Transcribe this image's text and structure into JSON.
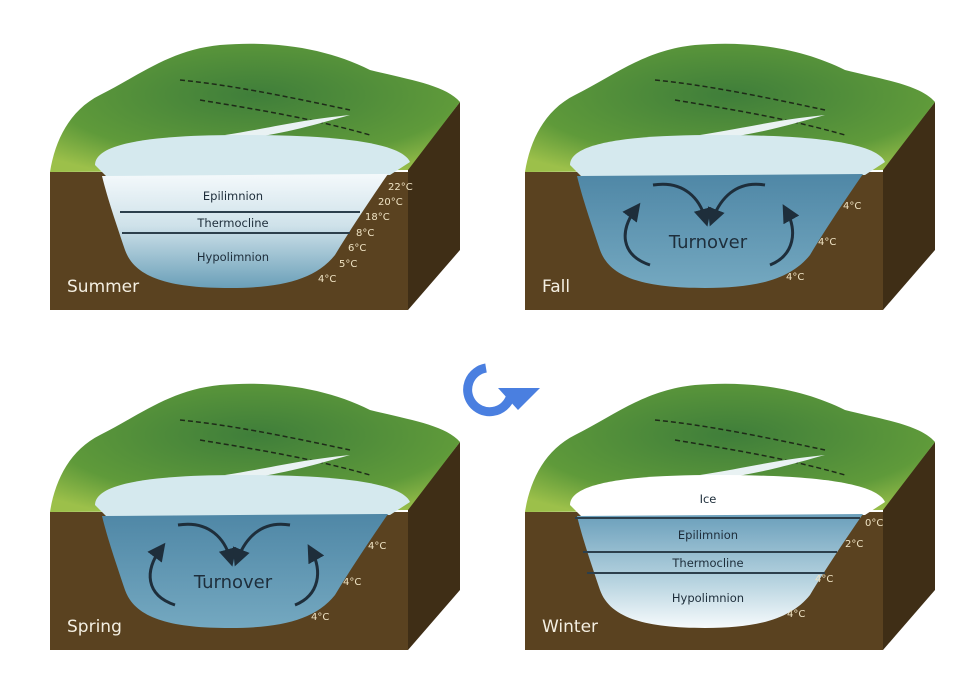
{
  "colors": {
    "hill": "#5f9a3a",
    "hill_light": "#9cc04a",
    "soil": "#5a4220",
    "soil_side": "#3f2e16",
    "water_top": "#d5e9ee",
    "water_deep": "#5d94b0",
    "ice": "#ffffff",
    "cycle_icon": "#4a7fe0"
  },
  "panels": {
    "summer": {
      "season": "Summer",
      "layers": [
        "Epilimnion",
        "Thermocline",
        "Hypolimnion"
      ],
      "temps": [
        "22°C",
        "20°C",
        "18°C",
        "8°C",
        "6°C",
        "5°C",
        "4°C"
      ]
    },
    "fall": {
      "season": "Fall",
      "center": "Turnover",
      "temps": [
        "4°C",
        "4°C",
        "4°C"
      ]
    },
    "spring": {
      "season": "Spring",
      "center": "Turnover",
      "temps": [
        "4°C",
        "4°C",
        "4°C"
      ]
    },
    "winter": {
      "season": "Winter",
      "layers": [
        "Ice",
        "Epilimnion",
        "Thermocline",
        "Hypolimnion"
      ],
      "temps": [
        "0°C",
        "2°C",
        "4°C",
        "4°C"
      ]
    }
  },
  "cycle_icon": "clockwise-cycle-arrow-icon"
}
